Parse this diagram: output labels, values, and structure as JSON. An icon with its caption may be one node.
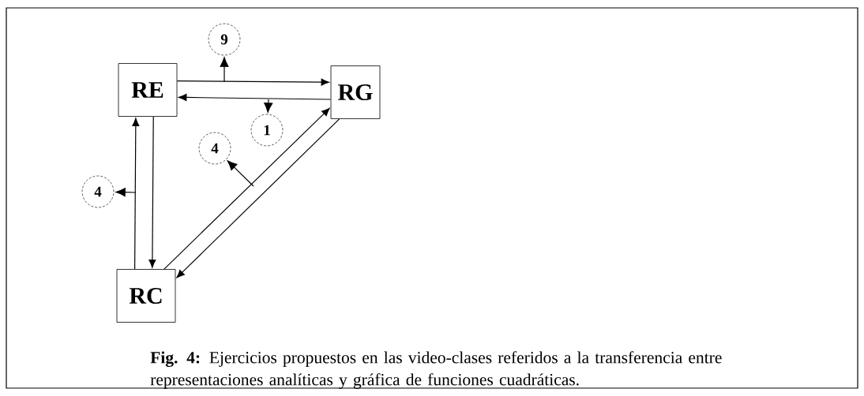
{
  "diagram": {
    "caption": "**Fig. 4:** Ejercicios propuestos en las video-clases referidos a la transferencia entre representaciones analíticas y gráfica de funciones cuadráticas.",
    "nodes": [
      {
        "text": [
          "RE"
        ]
      },
      {
        "text": [
          "RG"
        ]
      },
      {
        "text": [
          "RC"
        ]
      },
      {
        "text": [
          "9"
        ]
      },
      {
        "text": [
          "1"
        ]
      },
      {
        "text": [
          "4"
        ]
      },
      {
        "text": [
          "4"
        ]
      }
    ],
    "edges": [
      {
        "from": 0,
        "to": 1,
        "arrow": "to"
      },
      {
        "from": 1,
        "to": 0,
        "arrow": "to"
      },
      {
        "from": 0,
        "to": 2,
        "arrow": "to"
      },
      {
        "from": 2,
        "to": 0,
        "arrow": "to"
      },
      {
        "from": 2,
        "to": 1,
        "arrow": "to"
      },
      {
        "from": 1,
        "to": 2,
        "arrow": "to"
      },
      {
        "from": null,
        "to": 3,
        "arrow": "to"
      },
      {
        "from": null,
        "to": 4,
        "arrow": "to"
      },
      {
        "from": null,
        "to": 5,
        "arrow": "to"
      },
      {
        "from": null,
        "to": 6,
        "arrow": "to"
      }
    ]
  }
}
